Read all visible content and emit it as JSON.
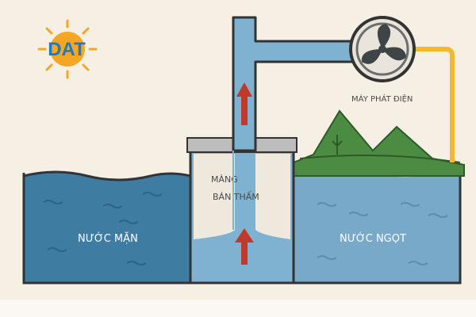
{
  "logo": {
    "text": "DAT",
    "color": "#1f78c8",
    "sun_color": "#f5a623"
  },
  "labels": {
    "salt_water": "NƯỚC MẶN",
    "fresh_water": "NƯỚC NGỌT",
    "membrane_line1": "MÀNG",
    "membrane_line2": "BÁN THẤM",
    "generator": "MÁY PHÁT ĐIỆN"
  },
  "colors": {
    "salt_water": "#3f7ca2",
    "fresh_water": "#78a9c8",
    "pipe": "#7fb2d0",
    "outline": "#333333",
    "arrow": "#c0392b",
    "wire": "#f2b92f",
    "hills": "#4b8c42",
    "background": "#f6efe4"
  },
  "icons": [
    "sun-icon",
    "fan-icon",
    "up-arrow-icon",
    "tree-icon"
  ]
}
